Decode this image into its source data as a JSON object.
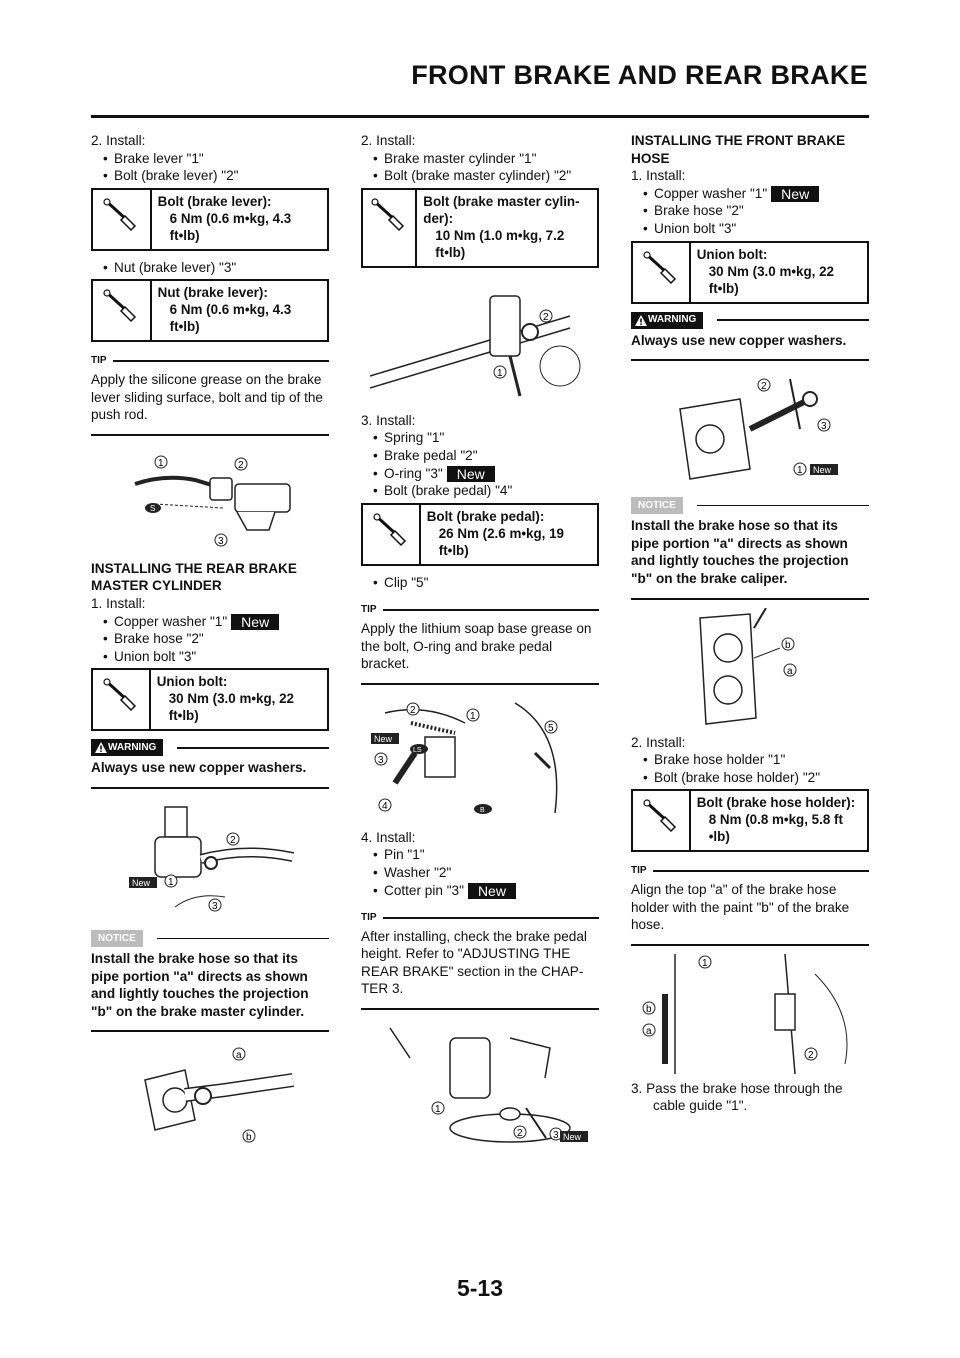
{
  "header": {
    "title": "FRONT BRAKE AND REAR BRAKE"
  },
  "page_number": "5-13",
  "icons": {
    "torque": "torque-wrench-icon",
    "warning": "warning-triangle-icon"
  },
  "col1": {
    "step2": "2.  Install:",
    "b1": "Brake lever \"1\"",
    "b2": "Bolt (brake lever) \"2\"",
    "spec1_title": "Bolt (brake lever):",
    "spec1_value": "6 Nm (0.6 m•kg, 4.3 ft•lb)",
    "b3": "Nut (brake lever) \"3\"",
    "spec2_title": "Nut (brake lever):",
    "spec2_value": "6 Nm (0.6 m•kg, 4.3 ft•lb)",
    "tip_label": "TIP",
    "tip_text": "Apply the silicone grease on the brake lever sliding surface, bolt and tip of the push rod.",
    "heading": "INSTALLING THE REAR BRAKE MASTER CYLINDER",
    "step1": "1.  Install:",
    "c1": "Copper washer \"1\"",
    "c2": "Brake hose \"2\"",
    "c3": "Union bolt \"3\"",
    "new": "New",
    "spec3_title": "Union bolt:",
    "spec3_value": "30 Nm (3.0 m•kg, 22 ft•lb)",
    "warning_label": "WARNING",
    "warning_text": "Always use new copper washers.",
    "notice_label": "NOTICE",
    "notice_text": "Install the brake hose so that its pipe portion \"a\" directs as shown and lightly touches the projection \"b\" on the brake master cylinder."
  },
  "col2": {
    "step2": "2.  Install:",
    "b1": "Brake master cylinder \"1\"",
    "b2": "Bolt (brake master cylinder) \"2\"",
    "spec1_title": "Bolt (brake master cylin-der):",
    "spec1_value": "10 Nm (1.0 m•kg, 7.2 ft•lb)",
    "step3": "3.  Install:",
    "s1": "Spring \"1\"",
    "s2": "Brake pedal \"2\"",
    "s3": "O-ring \"3\"",
    "s4": "Bolt (brake pedal) \"4\"",
    "new": "New",
    "spec2_title": "Bolt (brake pedal):",
    "spec2_value": "26 Nm (2.6 m•kg, 19 ft•lb)",
    "s5": "Clip \"5\"",
    "tip_label": "TIP",
    "tip1_text": "Apply the lithium soap base grease on the bolt, O-ring and brake pedal bracket.",
    "step4": "4.  Install:",
    "p1": "Pin \"1\"",
    "p2": "Washer \"2\"",
    "p3": "Cotter pin \"3\"",
    "tip2_text": "After installing, check the brake pedal height. Refer to \"ADJUSTING THE REAR BRAKE\" section in the CHAP-TER 3."
  },
  "col3": {
    "heading": "INSTALLING THE FRONT BRAKE HOSE",
    "step1": "1.  Install:",
    "c1": "Copper washer \"1\"",
    "c2": "Brake hose \"2\"",
    "c3": "Union bolt \"3\"",
    "new": "New",
    "spec1_title": "Union bolt:",
    "spec1_value": "30 Nm (3.0 m•kg, 22 ft•lb)",
    "warning_label": "WARNING",
    "warning_text": "Always use new copper washers.",
    "notice_label": "NOTICE",
    "notice_text": "Install the brake hose so that its pipe portion \"a\" directs as shown and lightly touches the projection \"b\" on the brake caliper.",
    "step2": "2.  Install:",
    "h1": "Brake hose holder \"1\"",
    "h2": "Bolt (brake hose holder) \"2\"",
    "spec2_title": "Bolt (brake hose holder):",
    "spec2_value": "8 Nm (0.8 m•kg, 5.8 ft •lb)",
    "tip_label": "TIP",
    "tip_text": "Align the top \"a\" of the brake hose holder with the paint \"b\" of the brake hose.",
    "step3": "3.  Pass the brake hose through the cable guide \"1\"."
  },
  "figures": {
    "f1": [
      "1",
      "2",
      "3",
      "S"
    ],
    "f2": [
      "2",
      "1",
      "3",
      "New"
    ],
    "f3": [
      "a",
      "b"
    ],
    "f4": [
      "2",
      "1"
    ],
    "f5": [
      "2",
      "1",
      "5",
      "3",
      "4",
      "New",
      "LS",
      "B"
    ],
    "f6": [
      "1",
      "2",
      "3",
      "New"
    ],
    "f7": [
      "2",
      "3",
      "1",
      "New"
    ],
    "f8": [
      "b",
      "a"
    ],
    "f9": [
      "1",
      "b",
      "a",
      "2"
    ]
  }
}
